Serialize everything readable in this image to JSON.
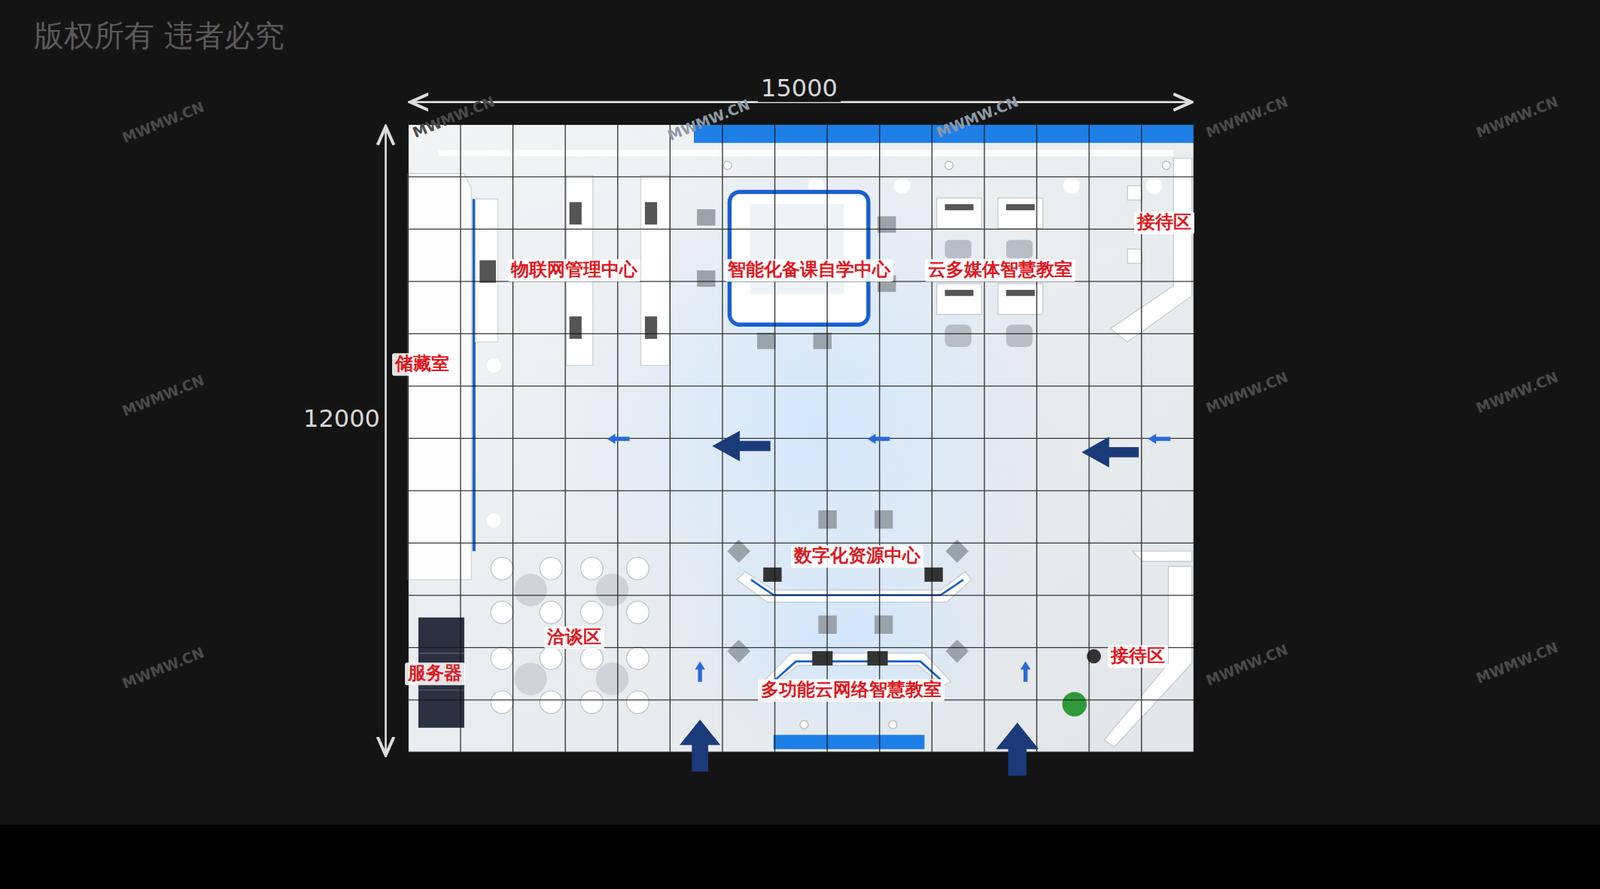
{
  "diagram": {
    "labels": [
      "版权所有 违者必究",
      "15000",
      "12000",
      "物联网管理中心",
      "智能化备课自学中心",
      "云多媒体智慧教室",
      "接待区",
      "储藏室",
      "数字化资源中心",
      "洽谈区",
      "服务器",
      "接待区",
      "多功能云网络智慧教室",
      "MWMW.CN",
      "MWMW.CN",
      "MWMW.CN",
      "MWMW.CN",
      "MWMW.CN",
      "MWMW.CN",
      "MWMW.CN",
      "MWMW.CN",
      "MWMW.CN",
      "MWMW.CN",
      "MWMW.CN",
      "MWMW.CN"
    ]
  }
}
